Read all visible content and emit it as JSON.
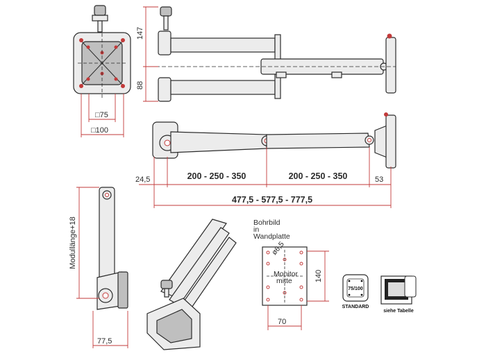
{
  "top_view": {
    "dim_height": "147",
    "dim_lower": "88"
  },
  "front_view": {
    "dim_square_75": "□75",
    "dim_square_100": "□100"
  },
  "side_view": {
    "dim_left": "24,5",
    "dim_seg1": "200 - 250 - 350",
    "dim_seg2": "200 - 250 - 350",
    "dim_right": "53",
    "dim_total": "477,5 - 577,5 - 777,5"
  },
  "profile_view": {
    "dim_vertical": "Modullänge+18",
    "dim_width": "77,5"
  },
  "drill_pattern": {
    "title_line1": "Bohrbild",
    "title_line2": "in",
    "title_line3": "Wandplatte",
    "hole_dia": "ø6,5",
    "center_line1": "Monitor",
    "center_line2": "mitte",
    "dim_height": "140",
    "dim_width": "70"
  },
  "badges": {
    "vesa_label": "75/100",
    "standard_label": "STANDARD",
    "table_label": "siehe Tabelle"
  },
  "colors": {
    "dimension": "#c23a3a",
    "line": "#2b2b2b",
    "part_fill": "#ececec"
  }
}
